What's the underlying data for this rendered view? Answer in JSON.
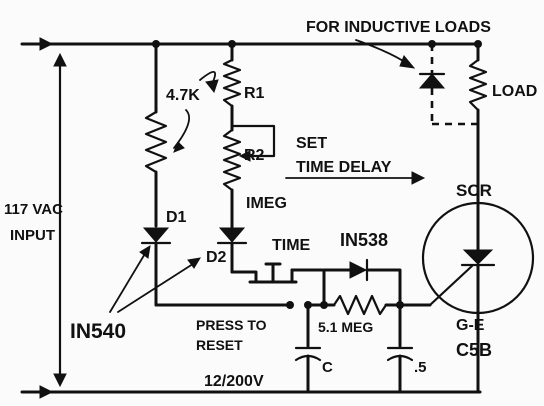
{
  "labels": {
    "inductive_loads": "FOR INDUCTIVE LOADS",
    "load": "LOAD",
    "r4_7k": "4.7K",
    "r1": "R1",
    "r2": "R2",
    "set": "SET",
    "time_delay": "TIME DELAY",
    "imeg": "IMEG",
    "scr": "SCR",
    "vac_117": "117 VAC",
    "input": "INPUT",
    "d1": "D1",
    "d2": "D2",
    "time": "TIME",
    "in538": "IN538",
    "in540": "IN540",
    "press_to": "PRESS TO",
    "reset": "RESET",
    "r5_1meg": "5.1 MEG",
    "ge": "G-E",
    "c5b": "C5B",
    "c": "C",
    "c_05": ".5",
    "rating": "12/200V"
  },
  "colors": {
    "ink": "#111111",
    "paper": "#fbfbfb"
  }
}
